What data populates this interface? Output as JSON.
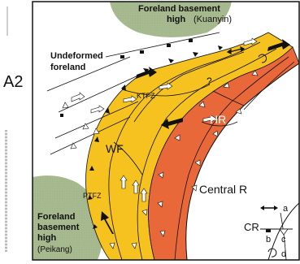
{
  "panel_label": "A2",
  "labels": {
    "foreland_basement_high_north": "Foreland basement",
    "foreland_basement_high_north_2": "high",
    "foreland_basement_high_north_3": "(Kuanyin)",
    "undeformed_foreland_1": "Undeformed",
    "undeformed_foreland_2": "foreland",
    "ktfz": "KTFZ",
    "hr": "HR",
    "wf": "WF",
    "ptfz": "PTFZ",
    "central_range": "Central R",
    "cr": "CR",
    "foreland_basement_high_south_1": "Foreland",
    "foreland_basement_high_south_2": "basement",
    "foreland_basement_high_south_3": "high",
    "foreland_basement_high_south_4": "(Peikang)",
    "question_mark": "?"
  },
  "legend": {
    "a": "a",
    "b": "b",
    "c": "c",
    "d": "d"
  },
  "colors": {
    "basement_high": "#a7b98e",
    "western_foothills": "#f5c21f",
    "hsuehshan_range": "#e9683a",
    "central_range": "#ffffff",
    "frame": "#111111"
  }
}
